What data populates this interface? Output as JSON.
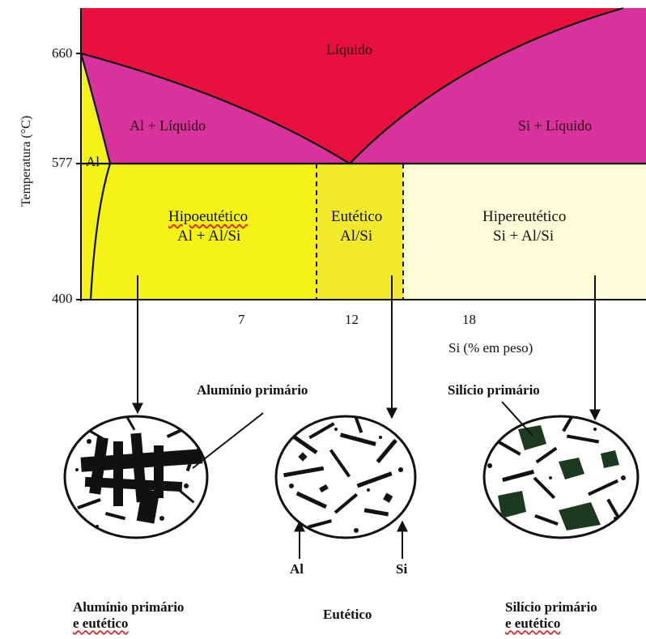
{
  "diagram": {
    "y_axis": {
      "label": "Temperatura (°C)",
      "ticks": [
        "660",
        "577",
        "400"
      ]
    },
    "x_axis": {
      "label": "Si (% em peso)",
      "ticks": [
        "7",
        "12",
        "18"
      ]
    },
    "regions": {
      "liquid": "Líquido",
      "al_liquid": "Al + Líquido",
      "si_liquid": "Si + Líquido",
      "al": "Al",
      "hypo_title": "Hipoeutético",
      "hypo_phases": "Al + Al/Si",
      "eut_title": "Eutético",
      "eut_phases": "Al/Si",
      "hyper_title": "Hipereutético",
      "hyper_phases": "Si + Al/Si"
    },
    "colors": {
      "liquid": "#e8103f",
      "two_phase": "#d8329c",
      "hypo": "#f5f218",
      "eutectic": "#f2e92a",
      "hyper": "#fefcd6"
    }
  },
  "micrographs": {
    "callouts": {
      "primary_aluminum": "Alumínio primário",
      "primary_silicon": "Silício primário",
      "al": "Al",
      "si": "Si"
    },
    "captions": {
      "hypo_line1": "Alumínio primário",
      "hypo_line2": "e eutético",
      "eutectic": "Eutético",
      "hyper_line1": "Silício primário",
      "hyper_line2": "e eutético"
    }
  }
}
